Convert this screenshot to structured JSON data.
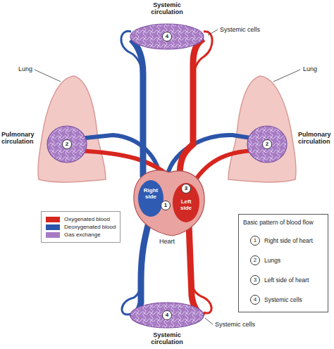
{
  "diagram": {
    "nodes": [
      {
        "text": [
          "Basic pattern of blood flow"
        ]
      },
      {
        "text": [
          "1",
          "Right side of heart"
        ],
        "in": 0
      },
      {
        "text": [
          "2",
          "Lungs"
        ],
        "in": 0
      },
      {
        "text": [
          "3",
          "Left side of heart"
        ],
        "in": 0
      },
      {
        "text": [
          "4",
          "Systemic cells"
        ],
        "in": 0
      }
    ],
    "edges": [
      {
        "from": 1,
        "to": 2,
        "arrow": "to"
      },
      {
        "from": 2,
        "to": 3,
        "arrow": "to"
      },
      {
        "from": 3,
        "to": 4,
        "arrow": "to"
      },
      {
        "from": 4,
        "to": 1,
        "arrow": "to"
      }
    ],
    "labels": [
      "Systemic circulation",
      "Systemic cells",
      "4",
      "Lung",
      "Pulmonary circulation",
      "2",
      "Lung",
      "Pulmonary circulation",
      "2",
      "Right side",
      "1",
      "3",
      "Left side",
      "Heart",
      "4",
      "Systemic cells",
      "Systemic circulation"
    ],
    "legend": [
      {
        "text": "Oxygenated blood",
        "color": "#d7261e"
      },
      {
        "text": "Deoxygenated blood",
        "color": "#2b55a8"
      },
      {
        "text": "Gas exchange",
        "color": "#a77bc4"
      }
    ]
  }
}
